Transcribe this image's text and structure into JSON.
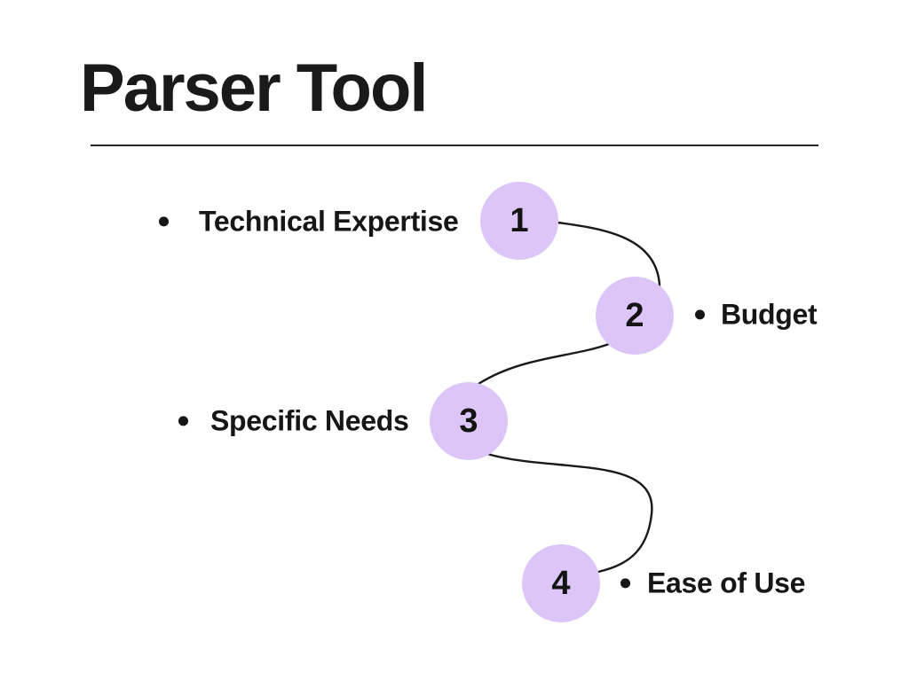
{
  "title": "Parser Tool",
  "steps": [
    {
      "number": "1",
      "label": "Technical Expertise",
      "label_side": "left"
    },
    {
      "number": "2",
      "label": "Budget",
      "label_side": "right"
    },
    {
      "number": "3",
      "label": "Specific Needs",
      "label_side": "left"
    },
    {
      "number": "4",
      "label": "Ease of Use",
      "label_side": "right"
    }
  ],
  "colors": {
    "circle_fill": "#dcc6f8",
    "connector_line": "#1a1a1a",
    "text": "#161616",
    "background": "#ffffff"
  }
}
